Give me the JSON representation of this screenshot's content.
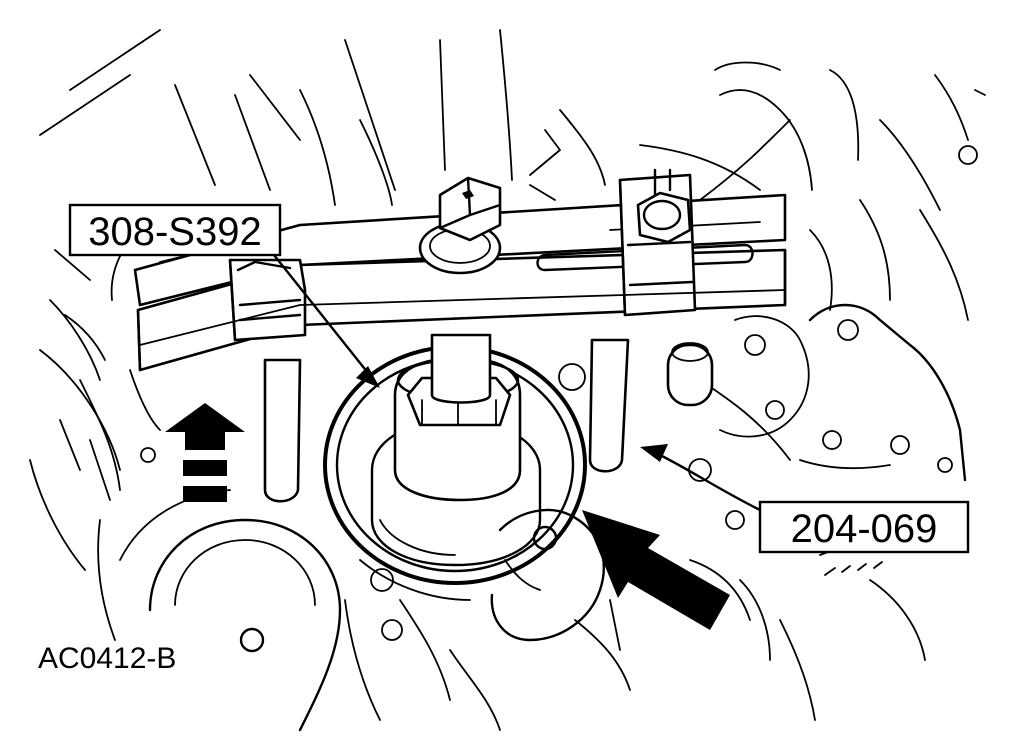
{
  "callouts": {
    "tool_upper": "308-S392",
    "tool_lower": "204-069"
  },
  "figure_id": "AC0412-B",
  "colors": {
    "ink": "#000000",
    "paper": "#ffffff"
  }
}
